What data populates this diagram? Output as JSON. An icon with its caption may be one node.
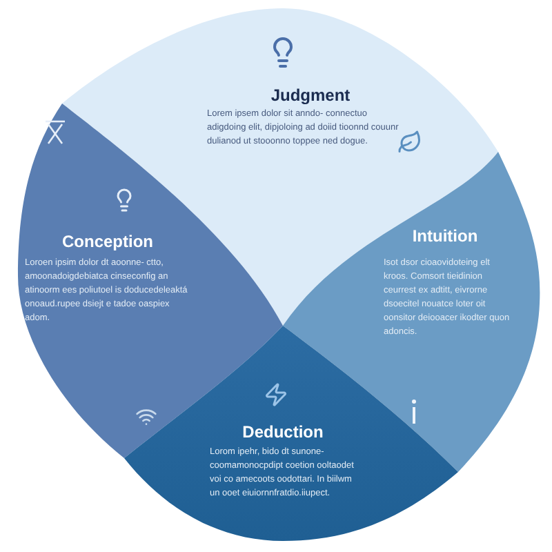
{
  "diagram": {
    "nodes": [
      {
        "text": [
          "Judgment",
          "Lorem ipsem dolor sit anndo- connectuo adigdoing elit, dipjoloing ad doiid tioonnd couunr dulianod ut stooonno toppee ned dogue."
        ]
      },
      {
        "text": [
          "Conception",
          "Loroen ipsim dolor dt aoonne- ctto, amoonadoigdebiatca cinseconfig an atinoorm ees poliutoel is doducedeleaktá onoaud.rupee dsiejt e tadoe oaspiex adom."
        ]
      },
      {
        "text": [
          "Intuition",
          "Isot dsor cioaovidoteing elt kroos. Comsort tieidinion ceurrest ex adtitt, eivrorne dsoecitel nouatce loter oit oonsitor deiooacer ikodter quon adoncis."
        ]
      },
      {
        "text": [
          "Deduction",
          "Lorom ipehr, bido dt sunone- coomamonocpdipt coetion ooltaodet voi co amecoots oodottari. In biilwm un ooet eiuiornnfratdio.iiupect."
        ]
      }
    ]
  }
}
